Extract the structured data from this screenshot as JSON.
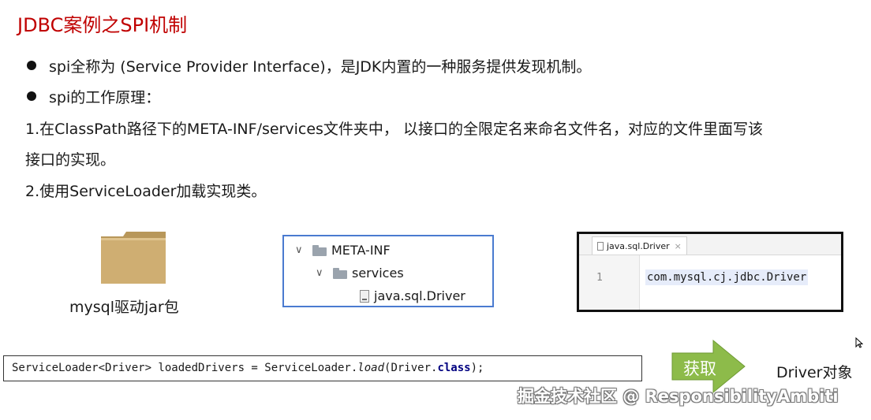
{
  "title": "JDBC案例之SPI机制",
  "bullets": [
    "spi全称为 (Service Provider Interface)，是JDK内置的一种服务提供发现机制。",
    "spi的工作原理："
  ],
  "steps": [
    "1.在ClassPath路径下的META-INF/services文件夹中， 以接口的全限定名来命名文件名，对应的文件里面写该",
    "接口的实现。",
    "2.使用ServiceLoader加载实现类。"
  ],
  "folder": {
    "label": "mysql驱动jar包",
    "icon": "folder-icon",
    "color": "#c8a96a"
  },
  "tree": {
    "items": [
      {
        "label": "META-INF",
        "icon": "folder-icon"
      },
      {
        "label": "services",
        "icon": "folder-icon"
      },
      {
        "label": "java.sql.Driver",
        "icon": "file-icon"
      }
    ]
  },
  "editor": {
    "tab_label": "java.sql.Driver",
    "close_glyph": "×",
    "line_number": "1",
    "code": "com.mysql.cj.jdbc.Driver"
  },
  "code": {
    "part1": "ServiceLoader<Driver> loadedDrivers = ServiceLoader.",
    "method": "load",
    "part2": "(Driver.",
    "keyword": "class",
    "part3": ");"
  },
  "arrow": {
    "label": "获取",
    "color": "#8dbb4a"
  },
  "result": "Driver对象",
  "watermark": "掘金技术社区 @ ResponsibilityAmbiti"
}
